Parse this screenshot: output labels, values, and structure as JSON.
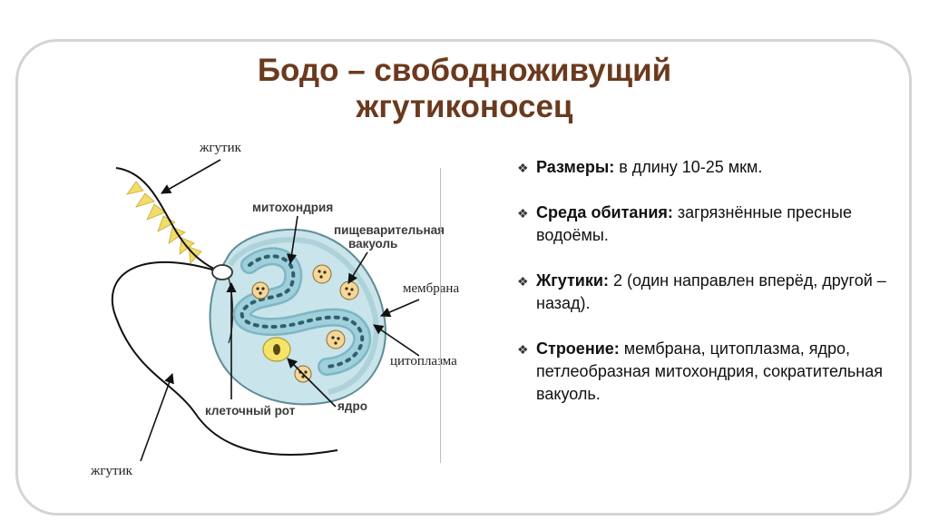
{
  "slide": {
    "title_line1": "Бодо – свободноживущий",
    "title_line2": "жгутиконосец"
  },
  "diagram": {
    "labels": {
      "flagellum_top": "жгутик",
      "mitochondria": "митохондрия",
      "digestive_vacuole_1": "пищеварительная",
      "digestive_vacuole_2": "вакуоль",
      "membrane": "мембрана",
      "cytoplasm": "цитоплазма",
      "cell_mouth": "клеточный рот",
      "nucleus": "ядро",
      "flagellum_bottom": "жгутик"
    },
    "colors": {
      "cell_fill": "#c9e4ea",
      "mitochondria_fill": "#9fd0dc",
      "nucleus_fill": "#f4e56a",
      "vacuole_fill": "#f3d79a",
      "flagellum_hairs": "#f2dc6a"
    }
  },
  "facts": [
    {
      "label": "Размеры:",
      "text": " в длину 10-25 мкм."
    },
    {
      "label": "Среда обитания:",
      "text": " загрязнённые пресные водоёмы."
    },
    {
      "label": "Жгутики:",
      "text": " 2 (один направлен вперёд, другой – назад)."
    },
    {
      "label": "Строение:",
      "text": " мембрана, цитоплазма, ядро, петлеобразная митохондрия, сократительная вакуоль."
    }
  ],
  "bullet_icon": "diamond-bullet-icon"
}
